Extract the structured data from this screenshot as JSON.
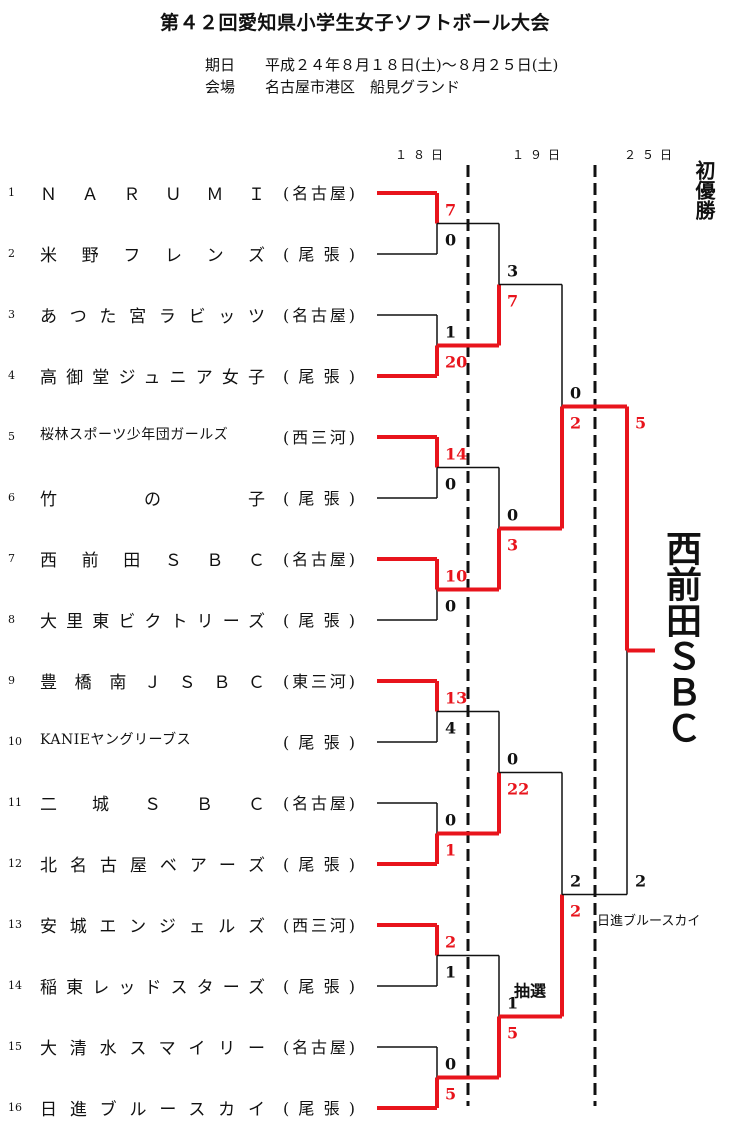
{
  "title": "第４２回愛知県小学生女子ソフトボール大会",
  "info": {
    "date_label": "期日",
    "date_value": "平成２４年８月１８日(土)～８月２５日(土)",
    "venue_label": "会場",
    "venue_value": "名古屋市港区　船見グランド"
  },
  "days": [
    "１８日",
    "１９日",
    "２５日"
  ],
  "teams": [
    {
      "no": "1",
      "name": "ＮＡＲＵＭＩ",
      "region": "(名古屋)"
    },
    {
      "no": "2",
      "name": "米野フレンズ",
      "region": "(尾張)"
    },
    {
      "no": "3",
      "name": "あつた宮ラビッツ",
      "region": "(名古屋)"
    },
    {
      "no": "4",
      "name": "高御堂ジュニア女子",
      "region": "(尾張)"
    },
    {
      "no": "5",
      "name": "桜林スポーツ少年団ガールズ",
      "region": "(西三河)"
    },
    {
      "no": "6",
      "name": "竹の子",
      "region": "(尾張)"
    },
    {
      "no": "7",
      "name": "西前田ＳＢＣ",
      "region": "(名古屋)"
    },
    {
      "no": "8",
      "name": "大里東ビクトリーズ",
      "region": "(尾張)"
    },
    {
      "no": "9",
      "name": "豊橋南ＪＳＢＣ",
      "region": "(東三河)"
    },
    {
      "no": "10",
      "name": "KANIEヤングリーブス",
      "region": "(尾張)"
    },
    {
      "no": "11",
      "name": "二城ＳＢＣ",
      "region": "(名古屋)"
    },
    {
      "no": "12",
      "name": "北名古屋ベアーズ",
      "region": "(尾張)"
    },
    {
      "no": "13",
      "name": "安城エンジェルズ",
      "region": "(西三河)"
    },
    {
      "no": "14",
      "name": "稲東レッドスターズ",
      "region": "(尾張)"
    },
    {
      "no": "15",
      "name": "大清水スマイリー",
      "region": "(名古屋)"
    },
    {
      "no": "16",
      "name": "日進ブルースカイ",
      "region": "(尾張)"
    }
  ],
  "round1": [
    {
      "top": "7",
      "bottom": "0",
      "winner": "top"
    },
    {
      "top": "1",
      "bottom": "20",
      "winner": "bottom"
    },
    {
      "top": "14",
      "bottom": "0",
      "winner": "top"
    },
    {
      "top": "10",
      "bottom": "0",
      "winner": "top"
    },
    {
      "top": "13",
      "bottom": "4",
      "winner": "top"
    },
    {
      "top": "0",
      "bottom": "1",
      "winner": "bottom"
    },
    {
      "top": "2",
      "bottom": "1",
      "winner": "top"
    },
    {
      "top": "0",
      "bottom": "5",
      "winner": "bottom"
    }
  ],
  "round2": [
    {
      "top": "3",
      "bottom": "7",
      "winner": "bottom"
    },
    {
      "top": "0",
      "bottom": "3",
      "winner": "bottom"
    },
    {
      "top": "0",
      "bottom": "22",
      "winner": "bottom"
    },
    {
      "top": "1",
      "bottom": "5",
      "winner": "bottom"
    }
  ],
  "round3": [
    {
      "top": "0",
      "bottom": "2",
      "winner": "bottom"
    },
    {
      "top": "2",
      "bottom": "2",
      "winner": "bottom",
      "note": "抽選"
    }
  ],
  "final": {
    "top": "5",
    "bottom": "2",
    "winner": "top",
    "runner_up": "日進ブルースカイ"
  },
  "champion": {
    "label": "初優勝",
    "name": "西前田ＳＢＣ"
  },
  "colors": {
    "winner": "#e8141c",
    "loser": "#111111"
  }
}
